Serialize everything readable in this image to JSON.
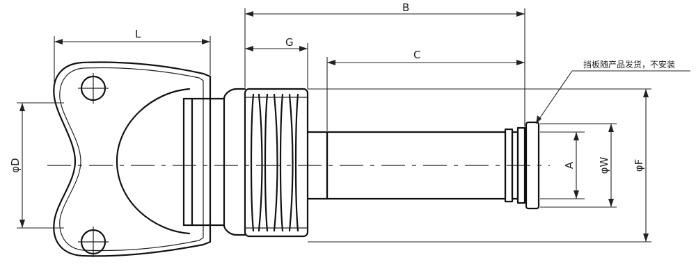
{
  "labels": {
    "B": "B",
    "L": "L",
    "G": "G",
    "C": "C",
    "A": "A",
    "D": "φD",
    "W": "φW",
    "F": "φF"
  },
  "note": "挡板随产品发货，不安装"
}
